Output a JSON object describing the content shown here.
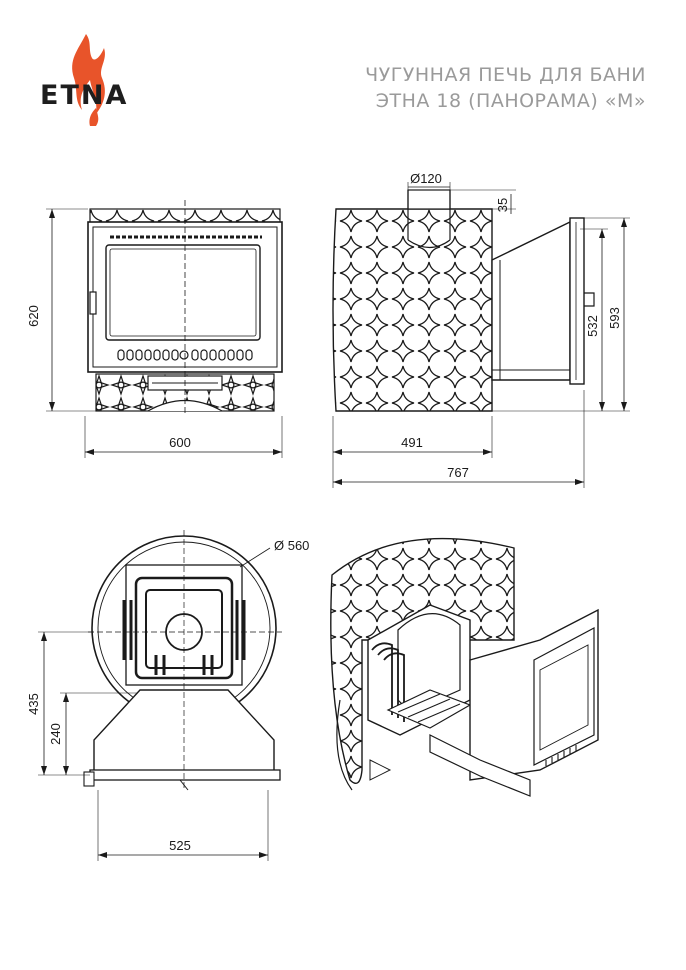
{
  "logo": {
    "text": "ETNA",
    "flame_color": "#e8542a"
  },
  "title": {
    "line1": "ЧУГУННАЯ ПЕЧЬ ДЛЯ БАНИ",
    "line2": "ЭТНА 18 (ПАНОРАМА) «М»",
    "color": "#9a9a9a"
  },
  "front_view": {
    "height": "620",
    "width": "600"
  },
  "side_view": {
    "flue_diameter": "Ø120",
    "flue_offset": "35",
    "body_depth": "491",
    "total_depth": "767",
    "flue_height": "532",
    "total_height": "593"
  },
  "top_view": {
    "diameter": "Ø 560",
    "offset_435": "435",
    "offset_240": "240",
    "width": "525"
  }
}
